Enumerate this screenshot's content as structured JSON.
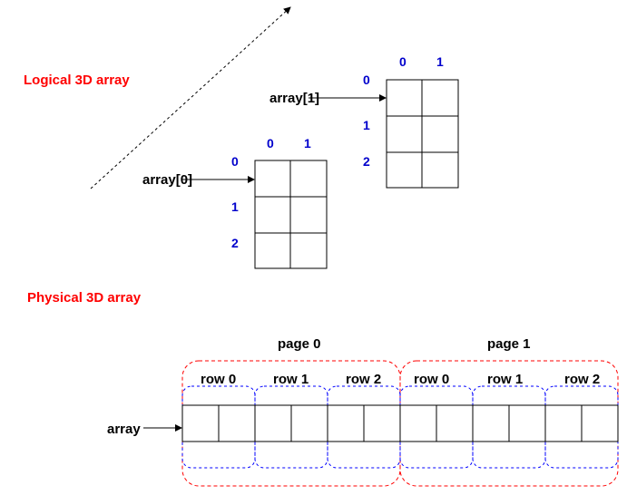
{
  "logical": {
    "title": "Logical 3D array",
    "array0": {
      "label": "array[0]",
      "col_headers": [
        "0",
        "1"
      ],
      "row_headers": [
        "0",
        "1",
        "2"
      ]
    },
    "array1": {
      "label": "array[1]",
      "col_headers": [
        "0",
        "1"
      ],
      "row_headers": [
        "0",
        "1",
        "2"
      ]
    }
  },
  "physical": {
    "title": "Physical 3D array",
    "array_label": "array",
    "pages": [
      {
        "label": "page 0",
        "rows": [
          "row 0",
          "row 1",
          "row 2"
        ]
      },
      {
        "label": "page 1",
        "rows": [
          "row 0",
          "row 1",
          "row 2"
        ]
      }
    ]
  },
  "colors": {
    "title": "#ff0000",
    "index": "#0000cc",
    "page_border": "#ff0000",
    "row_border": "#0000ff"
  }
}
